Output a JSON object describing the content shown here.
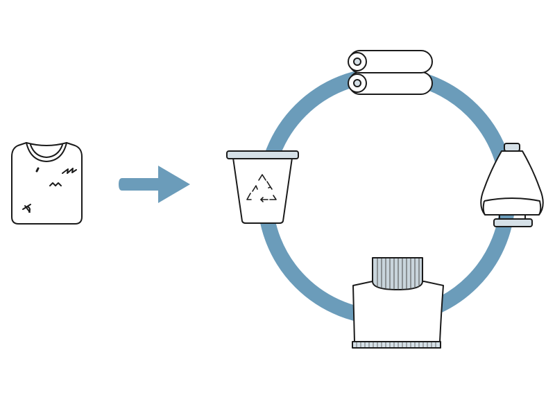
{
  "diagram": {
    "description_free": true,
    "colors": {
      "cycle_ring": "#6b9cba",
      "arrow": "#6b9cba",
      "outline": "#1a1a1a",
      "light_fill": "#d5e0e7",
      "background": "#ffffff"
    },
    "elements": {
      "worn_shirt": {
        "icon": "worn-tshirt-icon"
      },
      "arrow": {
        "icon": "right-arrow-icon",
        "direction": "right"
      },
      "cycle": {
        "shape": "ring"
      },
      "recycling_bin": {
        "icon": "recycling-bin-icon"
      },
      "fabric_rolls": {
        "icon": "fabric-rolls-icon",
        "count": 2
      },
      "yarn_spool": {
        "icon": "yarn-spool-icon"
      },
      "new_sweater": {
        "icon": "turtleneck-sweater-icon"
      }
    }
  }
}
